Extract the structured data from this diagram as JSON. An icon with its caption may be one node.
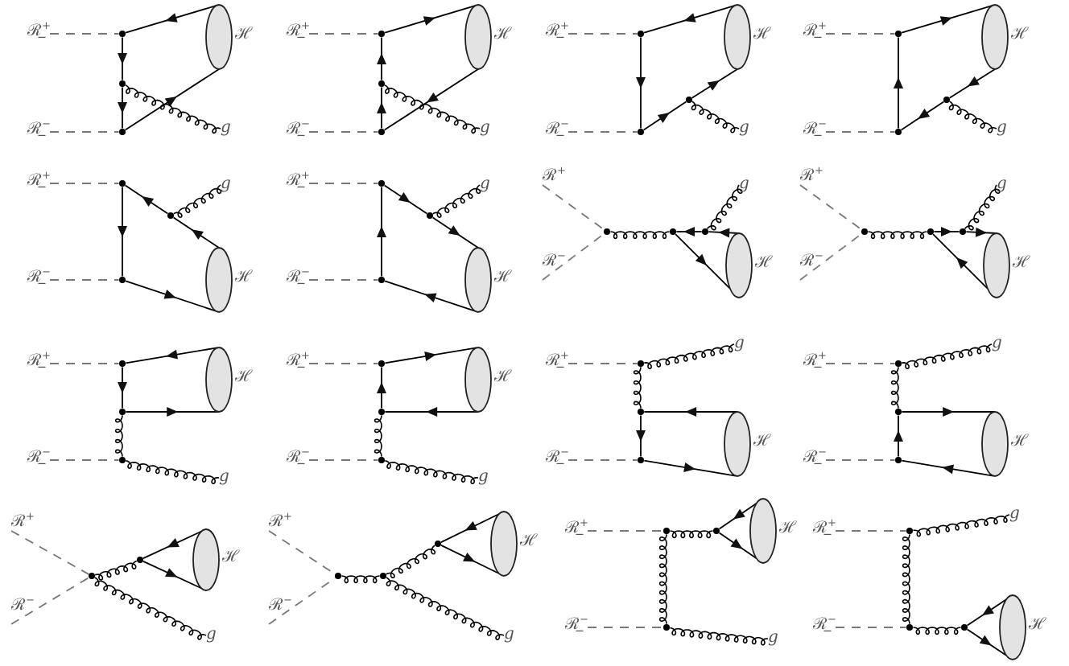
{
  "diagram": {
    "nodes": [
      {
        "text": [
          "ℛ̲$^{+}$"
        ]
      },
      {
        "text": [
          "ℛ̲$^{−}$"
        ]
      },
      {
        "text": [],
        "shape": "dot"
      },
      {
        "text": [],
        "shape": "dot"
      },
      {
        "text": [],
        "shape": "dot"
      },
      {
        "text": [],
        "shape": "ellipse",
        "beside": [
          "ℋ"
        ]
      },
      {
        "text": [
          "g"
        ]
      },
      {
        "text": [
          "ℛ̲$^{+}$"
        ]
      },
      {
        "text": [
          "ℛ̲$^{−}$"
        ]
      },
      {
        "text": [],
        "shape": "dot"
      },
      {
        "text": [],
        "shape": "dot"
      },
      {
        "text": [],
        "shape": "dot"
      },
      {
        "text": [],
        "shape": "ellipse",
        "beside": [
          "ℋ"
        ]
      },
      {
        "text": [
          "g"
        ]
      },
      {
        "text": [
          "ℛ̲$^{+}$"
        ]
      },
      {
        "text": [
          "ℛ̲$^{−}$"
        ]
      },
      {
        "text": [],
        "shape": "dot"
      },
      {
        "text": [],
        "shape": "dot"
      },
      {
        "text": [],
        "shape": "dot"
      },
      {
        "text": [],
        "shape": "ellipse",
        "beside": [
          "ℋ"
        ]
      },
      {
        "text": [
          "g"
        ]
      },
      {
        "text": [
          "ℛ̲$^{+}$"
        ]
      },
      {
        "text": [
          "ℛ̲$^{−}$"
        ]
      },
      {
        "text": [],
        "shape": "dot"
      },
      {
        "text": [],
        "shape": "dot"
      },
      {
        "text": [],
        "shape": "dot"
      },
      {
        "text": [],
        "shape": "ellipse",
        "beside": [
          "ℋ"
        ]
      },
      {
        "text": [
          "g"
        ]
      },
      {
        "text": [
          "ℛ̲$^{+}$"
        ]
      },
      {
        "text": [
          "ℛ̲$^{−}$"
        ]
      },
      {
        "text": [],
        "shape": "dot"
      },
      {
        "text": [],
        "shape": "dot"
      },
      {
        "text": [],
        "shape": "dot"
      },
      {
        "text": [],
        "shape": "ellipse",
        "beside": [
          "ℋ"
        ]
      },
      {
        "text": [
          "g"
        ]
      },
      {
        "text": [
          "ℛ̲$^{+}$"
        ]
      },
      {
        "text": [
          "ℛ̲$^{−}$"
        ]
      },
      {
        "text": [],
        "shape": "dot"
      },
      {
        "text": [],
        "shape": "dot"
      },
      {
        "text": [],
        "shape": "dot"
      },
      {
        "text": [],
        "shape": "ellipse",
        "beside": [
          "ℋ"
        ]
      },
      {
        "text": [
          "g"
        ]
      },
      {
        "text": [
          "ℛ$^{+}$"
        ]
      },
      {
        "text": [
          "ℛ$^{−}$"
        ]
      },
      {
        "text": [],
        "shape": "dot"
      },
      {
        "text": [],
        "shape": "dot"
      },
      {
        "text": [],
        "shape": "dot"
      },
      {
        "text": [],
        "shape": "ellipse",
        "beside": [
          "ℋ"
        ]
      },
      {
        "text": [
          "g"
        ]
      },
      {
        "text": [
          "ℛ$^{+}$"
        ]
      },
      {
        "text": [
          "ℛ$^{−}$"
        ]
      },
      {
        "text": [],
        "shape": "dot"
      },
      {
        "text": [],
        "shape": "dot"
      },
      {
        "text": [],
        "shape": "dot"
      },
      {
        "text": [],
        "shape": "ellipse",
        "beside": [
          "ℋ"
        ]
      },
      {
        "text": [
          "g"
        ]
      },
      {
        "text": [
          "ℛ̲$^{+}$"
        ]
      },
      {
        "text": [
          "ℛ̲$^{−}$"
        ]
      },
      {
        "text": [],
        "shape": "dot"
      },
      {
        "text": [],
        "shape": "dot"
      },
      {
        "text": [],
        "shape": "dot"
      },
      {
        "text": [],
        "shape": "ellipse",
        "beside": [
          "ℋ"
        ]
      },
      {
        "text": [
          "g"
        ]
      },
      {
        "text": [
          "ℛ̲$^{+}$"
        ]
      },
      {
        "text": [
          "ℛ̲$^{−}$"
        ]
      },
      {
        "text": [],
        "shape": "dot"
      },
      {
        "text": [],
        "shape": "dot"
      },
      {
        "text": [],
        "shape": "dot"
      },
      {
        "text": [],
        "shape": "ellipse",
        "beside": [
          "ℋ"
        ]
      },
      {
        "text": [
          "g"
        ]
      },
      {
        "text": [
          "ℛ̲$^{+}$"
        ]
      },
      {
        "text": [
          "ℛ̲$^{−}$"
        ]
      },
      {
        "text": [],
        "shape": "dot"
      },
      {
        "text": [],
        "shape": "dot"
      },
      {
        "text": [],
        "shape": "dot"
      },
      {
        "text": [],
        "shape": "ellipse",
        "beside": [
          "ℋ"
        ]
      },
      {
        "text": [
          "g"
        ]
      },
      {
        "text": [
          "ℛ̲$^{+}$"
        ]
      },
      {
        "text": [
          "ℛ̲$^{−}$"
        ]
      },
      {
        "text": [],
        "shape": "dot"
      },
      {
        "text": [],
        "shape": "dot"
      },
      {
        "text": [],
        "shape": "dot"
      },
      {
        "text": [],
        "shape": "ellipse",
        "beside": [
          "ℋ"
        ]
      },
      {
        "text": [
          "g"
        ]
      },
      {
        "text": [
          "ℛ$^{+}$"
        ]
      },
      {
        "text": [
          "ℛ$^{−}$"
        ]
      },
      {
        "text": [],
        "shape": "dot"
      },
      {
        "text": [],
        "shape": "dot"
      },
      {
        "text": [],
        "shape": "ellipse",
        "beside": [
          "ℋ"
        ]
      },
      {
        "text": [
          "g"
        ]
      },
      {
        "text": [
          "ℛ$^{+}$"
        ]
      },
      {
        "text": [
          "ℛ$^{−}$"
        ]
      },
      {
        "text": [],
        "shape": "dot"
      },
      {
        "text": [],
        "shape": "dot"
      },
      {
        "text": [],
        "shape": "dot"
      },
      {
        "text": [],
        "shape": "ellipse",
        "beside": [
          "ℋ"
        ]
      },
      {
        "text": [
          "g"
        ]
      },
      {
        "text": [
          "ℛ̲$^{+}$"
        ]
      },
      {
        "text": [
          "ℛ̲$^{−}$"
        ]
      },
      {
        "text": [],
        "shape": "dot"
      },
      {
        "text": [],
        "shape": "dot"
      },
      {
        "text": [],
        "shape": "dot"
      },
      {
        "text": [],
        "shape": "ellipse",
        "beside": [
          "ℋ"
        ]
      },
      {
        "text": [
          "g"
        ]
      },
      {
        "text": [
          "ℛ̲$^{+}$"
        ]
      },
      {
        "text": [
          "ℛ̲$^{−}$"
        ]
      },
      {
        "text": [],
        "shape": "dot"
      },
      {
        "text": [],
        "shape": "dot"
      },
      {
        "text": [],
        "shape": "dot"
      },
      {
        "text": [],
        "shape": "ellipse",
        "beside": [
          "ℋ"
        ]
      },
      {
        "text": [
          "g"
        ]
      }
    ],
    "edges": [
      {
        "from": 0,
        "to": 2,
        "arrow": "none",
        "style": "dashed",
        "color": "#777777"
      },
      {
        "from": 1,
        "to": 4,
        "arrow": "none",
        "style": "dashed",
        "color": "#777777"
      },
      {
        "from": 5,
        "to": 2,
        "arrow": "to"
      },
      {
        "from": 2,
        "to": 3,
        "arrow": "to"
      },
      {
        "from": 3,
        "to": 4,
        "arrow": "to"
      },
      {
        "from": 4,
        "to": 5,
        "arrow": "to"
      },
      {
        "from": 3,
        "to": 6,
        "arrow": "none"
      },
      {
        "from": 7,
        "to": 9,
        "arrow": "none",
        "style": "dashed",
        "color": "#777777"
      },
      {
        "from": 8,
        "to": 11,
        "arrow": "none",
        "style": "dashed",
        "color": "#777777"
      },
      {
        "from": 9,
        "to": 12,
        "arrow": "to"
      },
      {
        "from": 10,
        "to": 9,
        "arrow": "to"
      },
      {
        "from": 11,
        "to": 10,
        "arrow": "to"
      },
      {
        "from": 12,
        "to": 11,
        "arrow": "to"
      },
      {
        "from": 10,
        "to": 13,
        "arrow": "none"
      },
      {
        "from": 14,
        "to": 16,
        "arrow": "none",
        "style": "dashed",
        "color": "#777777"
      },
      {
        "from": 15,
        "to": 17,
        "arrow": "none",
        "style": "dashed",
        "color": "#777777"
      },
      {
        "from": 19,
        "to": 16,
        "arrow": "to"
      },
      {
        "from": 16,
        "to": 17,
        "arrow": "to"
      },
      {
        "from": 17,
        "to": 18,
        "arrow": "to"
      },
      {
        "from": 18,
        "to": 19,
        "arrow": "to"
      },
      {
        "from": 18,
        "to": 20,
        "arrow": "none"
      },
      {
        "from": 21,
        "to": 23,
        "arrow": "none",
        "style": "dashed",
        "color": "#777777"
      },
      {
        "from": 22,
        "to": 24,
        "arrow": "none",
        "style": "dashed",
        "color": "#777777"
      },
      {
        "from": 23,
        "to": 26,
        "arrow": "to"
      },
      {
        "from": 24,
        "to": 23,
        "arrow": "to"
      },
      {
        "from": 25,
        "to": 24,
        "arrow": "to"
      },
      {
        "from": 26,
        "to": 25,
        "arrow": "to"
      },
      {
        "from": 25,
        "to": 27,
        "arrow": "none"
      },
      {
        "from": 28,
        "to": 30,
        "arrow": "none",
        "style": "dashed",
        "color": "#777777"
      },
      {
        "from": 29,
        "to": 32,
        "arrow": "none",
        "style": "dashed",
        "color": "#777777"
      },
      {
        "from": 33,
        "to": 31,
        "arrow": "to"
      },
      {
        "from": 31,
        "to": 30,
        "arrow": "to"
      },
      {
        "from": 30,
        "to": 32,
        "arrow": "to"
      },
      {
        "from": 32,
        "to": 33,
        "arrow": "to"
      },
      {
        "from": 31,
        "to": 34,
        "arrow": "none"
      },
      {
        "from": 35,
        "to": 37,
        "arrow": "none",
        "style": "dashed",
        "color": "#777777"
      },
      {
        "from": 36,
        "to": 39,
        "arrow": "none",
        "style": "dashed",
        "color": "#777777"
      },
      {
        "from": 38,
        "to": 40,
        "arrow": "to"
      },
      {
        "from": 37,
        "to": 38,
        "arrow": "to"
      },
      {
        "from": 39,
        "to": 37,
        "arrow": "to"
      },
      {
        "from": 40,
        "to": 39,
        "arrow": "to"
      },
      {
        "from": 38,
        "to": 41,
        "arrow": "none"
      },
      {
        "from": 42,
        "to": 44,
        "arrow": "none",
        "style": "dashed",
        "color": "#777777"
      },
      {
        "from": 43,
        "to": 44,
        "arrow": "none",
        "style": "dashed",
        "color": "#777777"
      },
      {
        "from": 44,
        "to": 45,
        "arrow": "none"
      },
      {
        "from": 47,
        "to": 46,
        "arrow": "to"
      },
      {
        "from": 46,
        "to": 45,
        "arrow": "to"
      },
      {
        "from": 45,
        "to": 47,
        "arrow": "to"
      },
      {
        "from": 46,
        "to": 48,
        "arrow": "none"
      },
      {
        "from": 49,
        "to": 51,
        "arrow": "none",
        "style": "dashed",
        "color": "#777777"
      },
      {
        "from": 50,
        "to": 51,
        "arrow": "none",
        "style": "dashed",
        "color": "#777777"
      },
      {
        "from": 51,
        "to": 52,
        "arrow": "none"
      },
      {
        "from": 53,
        "to": 54,
        "arrow": "to"
      },
      {
        "from": 52,
        "to": 53,
        "arrow": "to"
      },
      {
        "from": 54,
        "to": 52,
        "arrow": "to"
      },
      {
        "from": 53,
        "to": 55,
        "arrow": "none"
      },
      {
        "from": 56,
        "to": 58,
        "arrow": "none",
        "style": "dashed",
        "color": "#777777"
      },
      {
        "from": 57,
        "to": 60,
        "arrow": "none",
        "style": "dashed",
        "color": "#777777"
      },
      {
        "from": 61,
        "to": 58,
        "arrow": "to"
      },
      {
        "from": 58,
        "to": 59,
        "arrow": "to"
      },
      {
        "from": 59,
        "to": 61,
        "arrow": "to"
      },
      {
        "from": 59,
        "to": 60,
        "arrow": "none"
      },
      {
        "from": 60,
        "to": 62,
        "arrow": "none"
      },
      {
        "from": 63,
        "to": 65,
        "arrow": "none",
        "style": "dashed",
        "color": "#777777"
      },
      {
        "from": 64,
        "to": 67,
        "arrow": "none",
        "style": "dashed",
        "color": "#777777"
      },
      {
        "from": 65,
        "to": 68,
        "arrow": "to"
      },
      {
        "from": 66,
        "to": 65,
        "arrow": "to"
      },
      {
        "from": 68,
        "to": 66,
        "arrow": "to"
      },
      {
        "from": 66,
        "to": 67,
        "arrow": "none"
      },
      {
        "from": 67,
        "to": 69,
        "arrow": "none"
      },
      {
        "from": 70,
        "to": 72,
        "arrow": "none",
        "style": "dashed",
        "color": "#777777"
      },
      {
        "from": 71,
        "to": 74,
        "arrow": "none",
        "style": "dashed",
        "color": "#777777"
      },
      {
        "from": 72,
        "to": 76,
        "arrow": "none"
      },
      {
        "from": 72,
        "to": 73,
        "arrow": "none"
      },
      {
        "from": 75,
        "to": 73,
        "arrow": "to"
      },
      {
        "from": 73,
        "to": 74,
        "arrow": "to"
      },
      {
        "from": 74,
        "to": 75,
        "arrow": "to"
      },
      {
        "from": 77,
        "to": 79,
        "arrow": "none",
        "style": "dashed",
        "color": "#777777"
      },
      {
        "from": 78,
        "to": 81,
        "arrow": "none",
        "style": "dashed",
        "color": "#777777"
      },
      {
        "from": 79,
        "to": 83,
        "arrow": "none"
      },
      {
        "from": 79,
        "to": 80,
        "arrow": "none"
      },
      {
        "from": 80,
        "to": 82,
        "arrow": "to"
      },
      {
        "from": 81,
        "to": 80,
        "arrow": "to"
      },
      {
        "from": 82,
        "to": 81,
        "arrow": "to"
      },
      {
        "from": 84,
        "to": 86,
        "arrow": "none",
        "style": "dashed",
        "color": "#777777"
      },
      {
        "from": 85,
        "to": 86,
        "arrow": "none",
        "style": "dashed",
        "color": "#777777"
      },
      {
        "from": 86,
        "to": 87,
        "arrow": "none"
      },
      {
        "from": 88,
        "to": 87,
        "arrow": "to"
      },
      {
        "from": 87,
        "to": 88,
        "arrow": "to"
      },
      {
        "from": 86,
        "to": 89,
        "arrow": "none"
      },
      {
        "from": 90,
        "to": 92,
        "arrow": "none",
        "style": "dashed",
        "color": "#777777"
      },
      {
        "from": 91,
        "to": 92,
        "arrow": "none",
        "style": "dashed",
        "color": "#777777"
      },
      {
        "from": 92,
        "to": 93,
        "arrow": "none"
      },
      {
        "from": 93,
        "to": 94,
        "arrow": "none"
      },
      {
        "from": 95,
        "to": 94,
        "arrow": "to"
      },
      {
        "from": 94,
        "to": 95,
        "arrow": "to"
      },
      {
        "from": 93,
        "to": 96,
        "arrow": "none"
      },
      {
        "from": 97,
        "to": 99,
        "arrow": "none",
        "style": "dashed",
        "color": "#777777"
      },
      {
        "from": 98,
        "to": 101,
        "arrow": "none",
        "style": "dashed",
        "color": "#777777"
      },
      {
        "from": 99,
        "to": 100,
        "arrow": "none"
      },
      {
        "from": 102,
        "to": 100,
        "arrow": "to"
      },
      {
        "from": 100,
        "to": 102,
        "arrow": "to"
      },
      {
        "from": 99,
        "to": 101,
        "arrow": "none"
      },
      {
        "from": 101,
        "to": 103,
        "arrow": "none"
      },
      {
        "from": 104,
        "to": 106,
        "arrow": "none",
        "style": "dashed",
        "color": "#777777"
      },
      {
        "from": 105,
        "to": 107,
        "arrow": "none",
        "style": "dashed",
        "color": "#777777"
      },
      {
        "from": 106,
        "to": 110,
        "arrow": "none"
      },
      {
        "from": 106,
        "to": 107,
        "arrow": "none"
      },
      {
        "from": 107,
        "to": 108,
        "arrow": "none"
      },
      {
        "from": 109,
        "to": 108,
        "arrow": "to"
      },
      {
        "from": 108,
        "to": 109,
        "arrow": "to"
      }
    ]
  }
}
